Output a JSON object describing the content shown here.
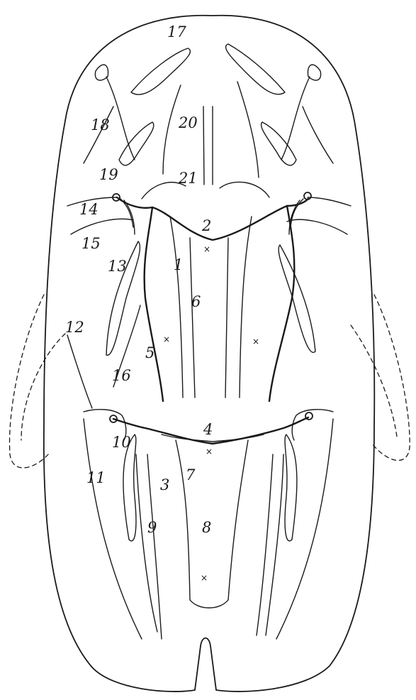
{
  "labels": {
    "n1": "1",
    "n2": "2",
    "n3": "3",
    "n4": "4",
    "n5": "5",
    "n6": "6",
    "n7": "7",
    "n8": "8",
    "n9": "9",
    "n10": "10",
    "n11": "11",
    "n12": "12",
    "n13": "13",
    "n14": "14",
    "n15": "15",
    "n16": "16",
    "n17": "17",
    "n18": "18",
    "n19": "19",
    "n20": "20",
    "n21": "21"
  },
  "marker": "×"
}
